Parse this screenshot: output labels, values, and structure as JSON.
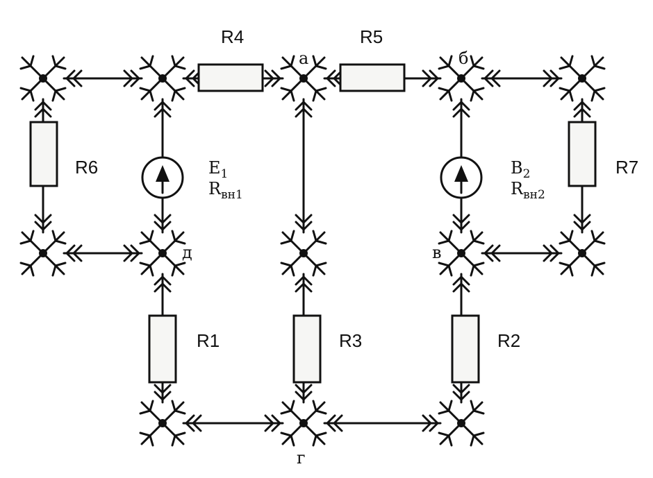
{
  "resistors": {
    "r1": "R1",
    "r2": "R2",
    "r3": "R3",
    "r4": "R4",
    "r5": "R5",
    "r6": "R6",
    "r7": "R7"
  },
  "sources": {
    "e1": {
      "symbol": "E",
      "index": "1",
      "r_main": "R",
      "r_sub": "вн1"
    },
    "e2": {
      "symbol": "B",
      "index": "2",
      "r_main": "R",
      "r_sub": "вн2"
    }
  },
  "nodes": {
    "a": "а",
    "b": "б",
    "v": "в",
    "g": "г",
    "d": "д"
  }
}
